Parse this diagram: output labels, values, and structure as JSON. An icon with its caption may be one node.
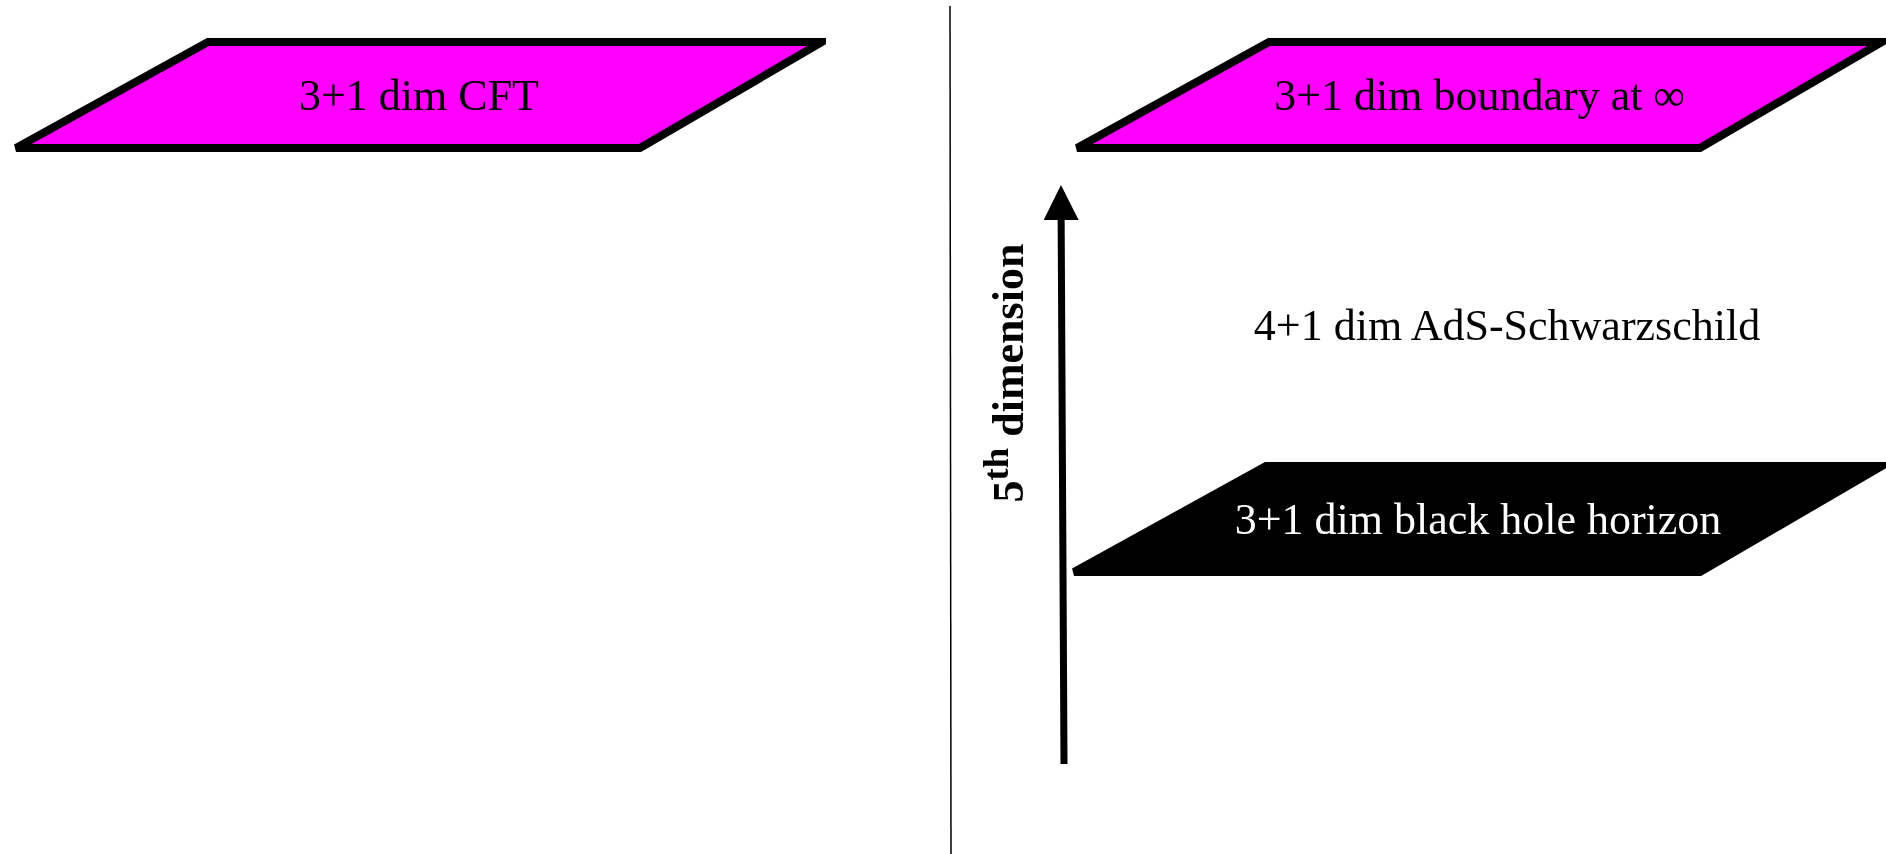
{
  "diagram": {
    "nodes": [
      {
        "text": [
          "3+1 dim CFT"
        ]
      },
      {
        "text": [
          "3+1 dim boundary at ∞"
        ]
      },
      {
        "text": [
          "3+1 dim black hole horizon"
        ]
      }
    ],
    "labels": [
      "4+1 dim AdS-Schwarzschild",
      "5$^{th}$ dimension"
    ]
  }
}
